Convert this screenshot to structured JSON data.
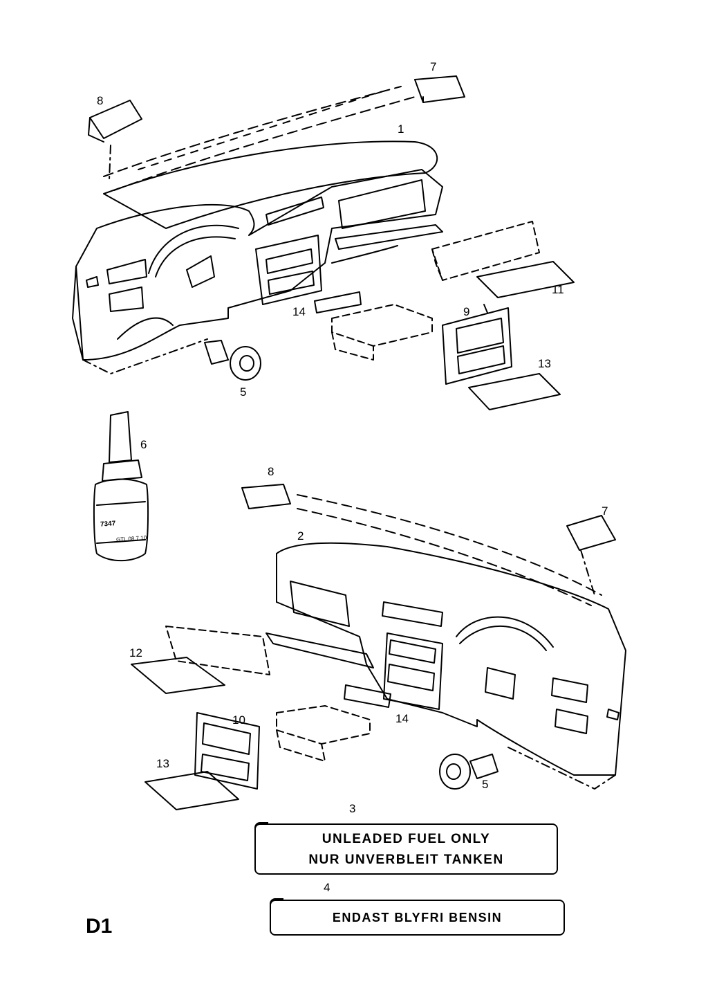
{
  "page_code": "D1",
  "callouts": {
    "c1": "1",
    "c2": "2",
    "c3": "3",
    "c4": "4",
    "c5a": "5",
    "c5b": "5",
    "c6": "6",
    "c7a": "7",
    "c7b": "7",
    "c8a": "8",
    "c8b": "8",
    "c9": "9",
    "c10": "10",
    "c11": "11",
    "c12": "12",
    "c13a": "13",
    "c13b": "13",
    "c14a": "14",
    "c14b": "14"
  },
  "bottle_print": {
    "code": "7347",
    "small": "GTL 08.7.10"
  },
  "labels": {
    "label3": {
      "line1": "UNLEADED FUEL ONLY",
      "line2": "NUR UNVERBLEIT TANKEN"
    },
    "label4": {
      "line1": "ENDAST BLYFRI BENSIN"
    }
  }
}
